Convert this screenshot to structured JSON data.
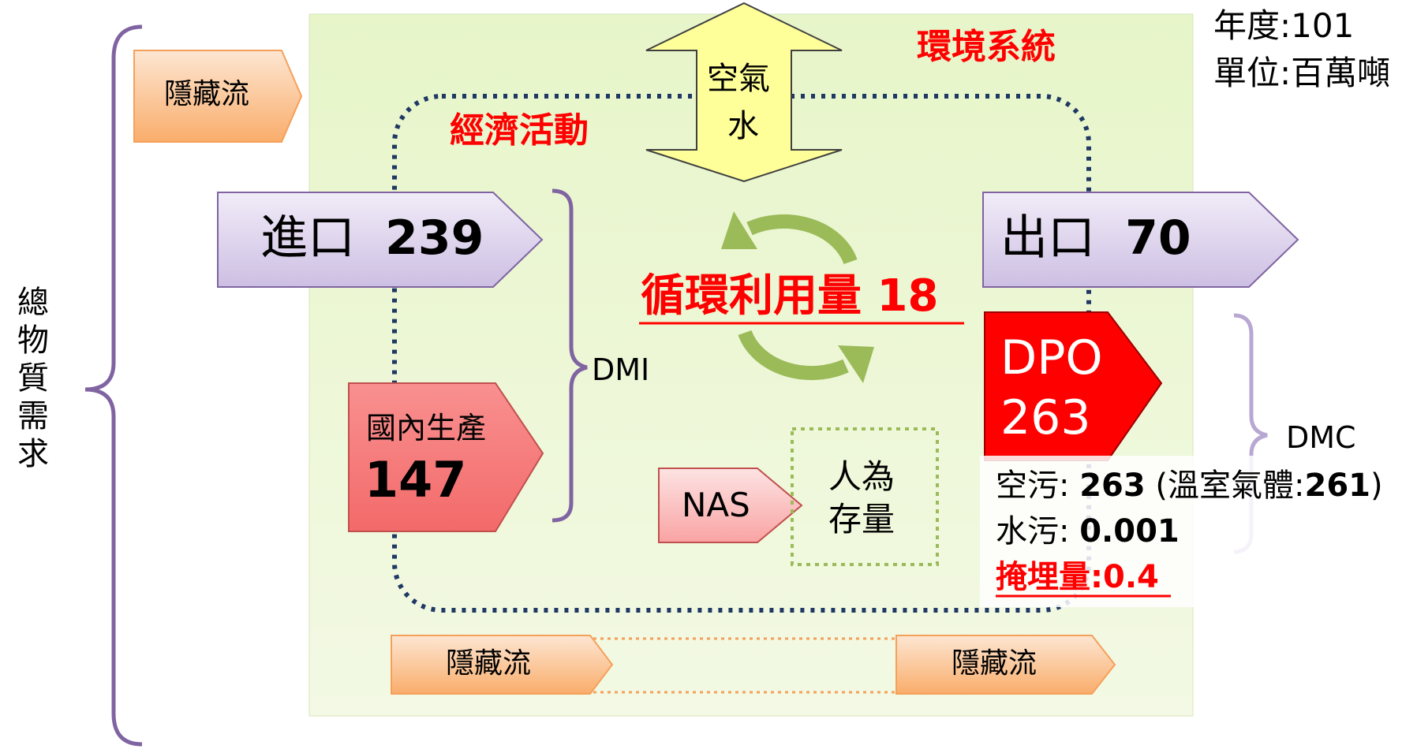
{
  "meta": {
    "year": "年度:101",
    "unit": "單位:百萬噸"
  },
  "left_label": [
    "總",
    "物",
    "質",
    "需",
    "求"
  ],
  "environment_label": "環境系統",
  "economy_label": "經濟活動",
  "air_water": {
    "line1": "空氣",
    "line2": "水"
  },
  "hidden_flow": "隱藏流",
  "import": {
    "label": "進口",
    "value": "239"
  },
  "export": {
    "label": "出口",
    "value": "70"
  },
  "domestic": {
    "label": "國內生產",
    "value": "147"
  },
  "dmi_label": "DMI",
  "dmc_label": "DMC",
  "recycle": {
    "label": "循環利用量",
    "value": "18"
  },
  "dpo": {
    "label": "DPO",
    "value": "263"
  },
  "nas_label": "NAS",
  "stock": {
    "line1": "人為",
    "line2": "存量"
  },
  "outputs": {
    "air_label": "空污: ",
    "air_value": "263",
    "air_note_open": " (溫室氣體:",
    "air_note_value": "261",
    "air_note_close": ")",
    "water_label": "水污: ",
    "water_value": "0.001",
    "landfill": "掩埋量:0.4"
  },
  "colors": {
    "env_bg": "#eef7d6",
    "economy_border": "#1f3864",
    "arrow_purple": "#dcd3ec",
    "arrow_orange": "#fbc69a",
    "domestic_red": "#f77b7b",
    "dpo_red": "#ff0000",
    "recycle_green": "#9bbb59",
    "brace_purple": "#7d64a8",
    "title_red": "#ff0000"
  }
}
